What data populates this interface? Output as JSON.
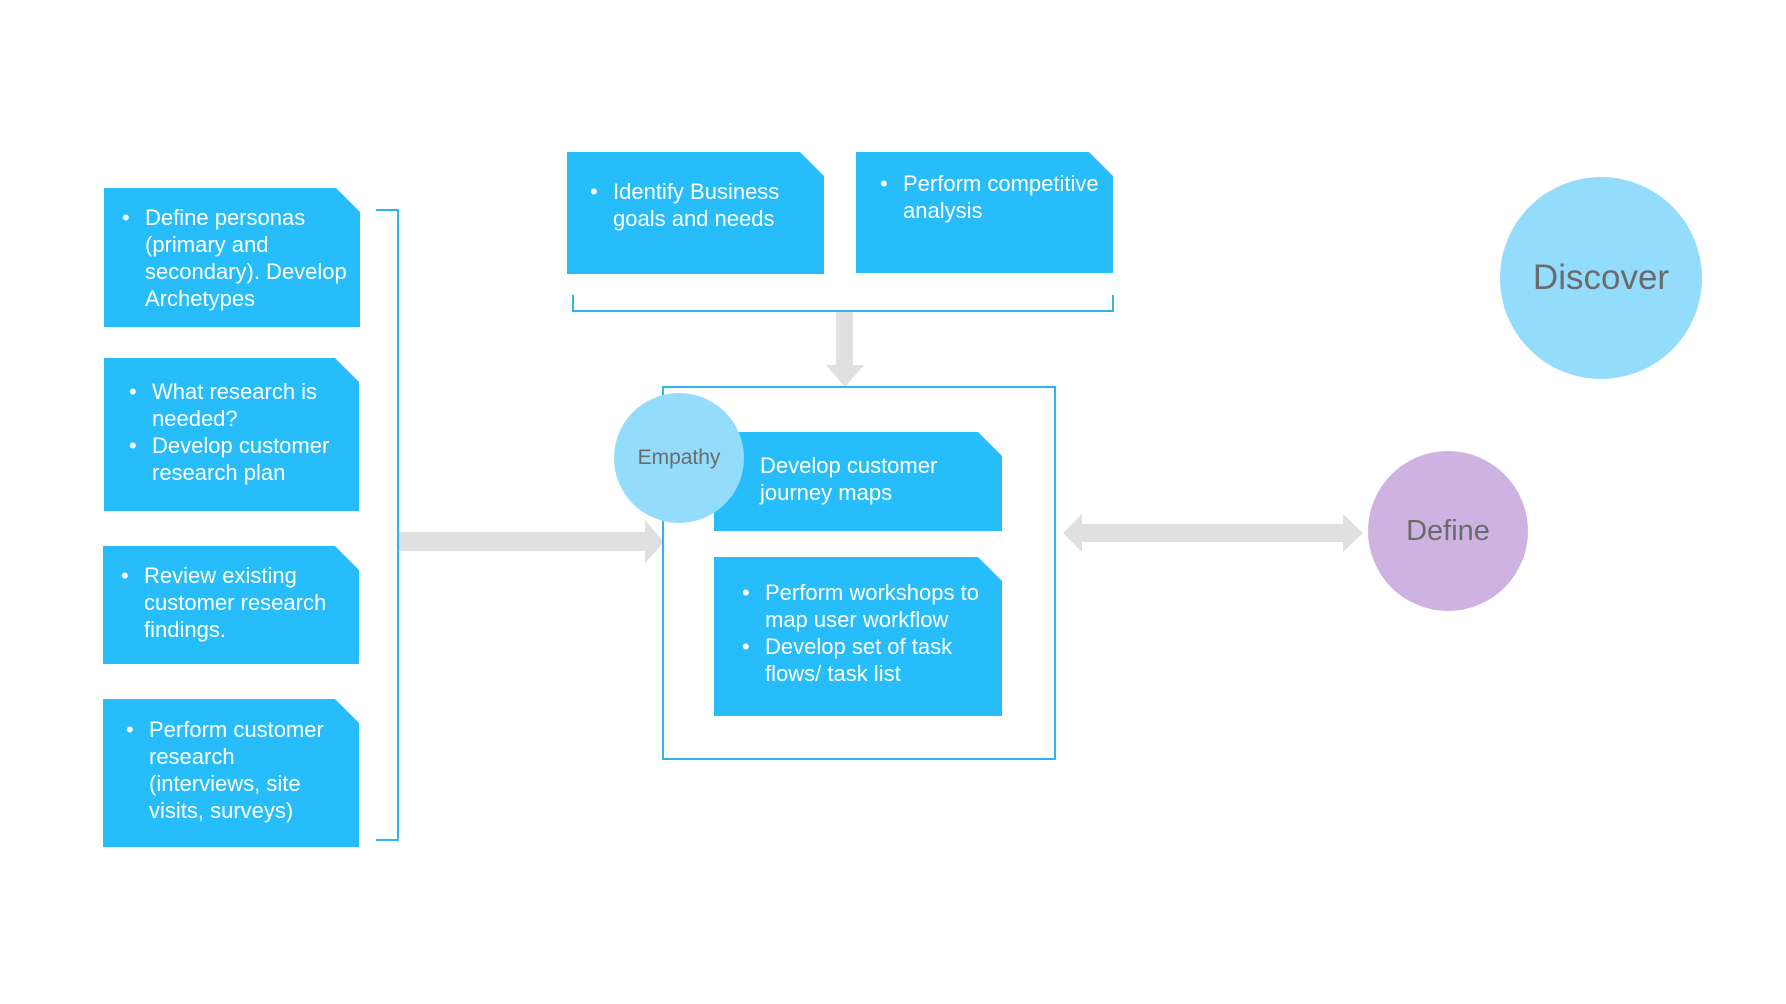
{
  "phase_label": "Discover",
  "next_phase_label": "Define",
  "empathy_label": "Empathy",
  "left_notes": [
    {
      "items": [
        "Define personas (primary and secondary). Develop Archetypes"
      ]
    },
    {
      "items": [
        "What research is needed?",
        "Develop customer research plan"
      ]
    },
    {
      "items": [
        "Review existing customer research findings."
      ]
    },
    {
      "items": [
        "Perform customer research (interviews, site visits, surveys)"
      ]
    }
  ],
  "top_notes": [
    {
      "items": [
        "Identify Business goals and needs"
      ]
    },
    {
      "items": [
        "Perform competitive analysis"
      ]
    }
  ],
  "center_notes": [
    {
      "text": "Develop customer journey maps"
    },
    {
      "items": [
        "Perform workshops to map user workflow",
        "Develop set of task flows/ task list"
      ]
    }
  ],
  "colors": {
    "note_fill": "#27bdfb",
    "note_text": "#ffffff",
    "discover_circle": "#93dcfc",
    "empathy_circle": "#93dcfc",
    "define_circle": "#ceb2e1",
    "circle_text": "#6b6b6b",
    "arrow": "#e0e0e0",
    "bracket_line": "#2fb4ef"
  }
}
